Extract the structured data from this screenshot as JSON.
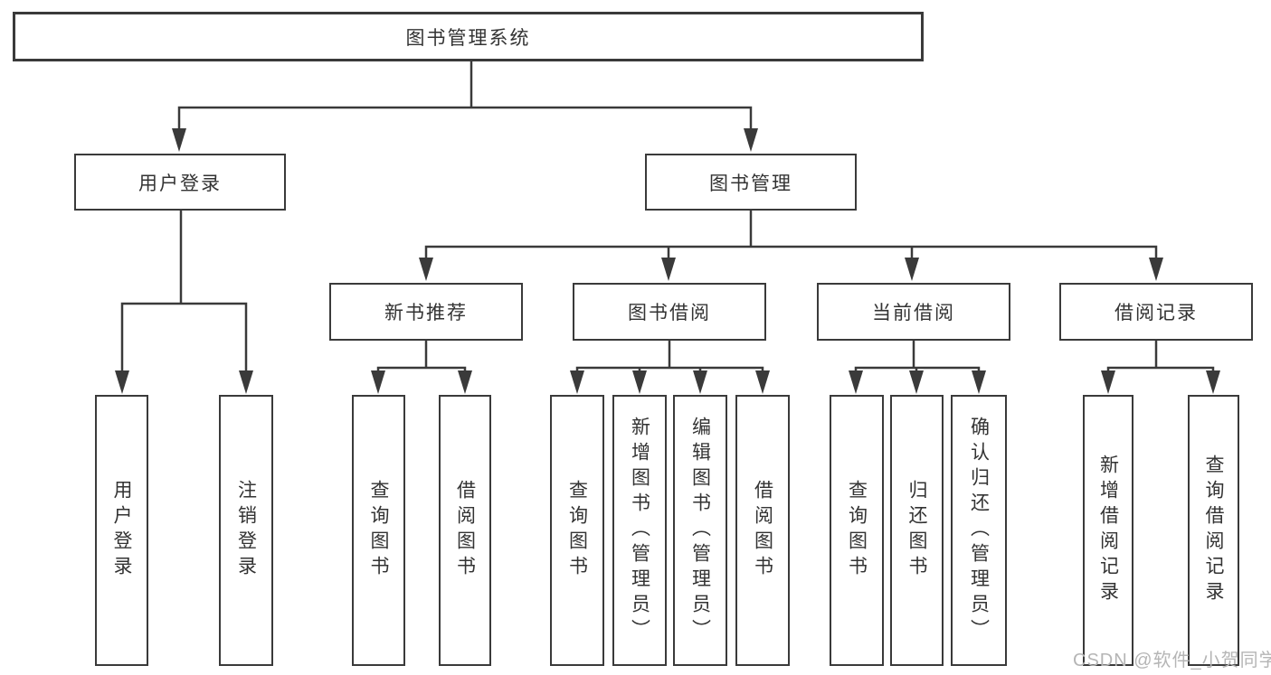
{
  "tree": {
    "root": {
      "label": "图书管理系统"
    },
    "children": [
      {
        "label": "用户登录",
        "children": [
          {
            "label": "用户登录"
          },
          {
            "label": "注销登录"
          }
        ]
      },
      {
        "label": "图书管理",
        "children": [
          {
            "label": "新书推荐",
            "children": [
              {
                "label": "查询图书"
              },
              {
                "label": "借阅图书"
              }
            ]
          },
          {
            "label": "图书借阅",
            "children": [
              {
                "label": "查询图书"
              },
              {
                "label": "新增图书（管理员）"
              },
              {
                "label": "编辑图书（管理员）"
              },
              {
                "label": "借阅图书"
              }
            ]
          },
          {
            "label": "当前借阅",
            "children": [
              {
                "label": "查询图书"
              },
              {
                "label": "归还图书"
              },
              {
                "label": "确认归还（管理员）"
              }
            ]
          },
          {
            "label": "借阅记录",
            "children": [
              {
                "label": "新增借阅记录"
              },
              {
                "label": "查询借阅记录"
              }
            ]
          }
        ]
      }
    ]
  },
  "watermark": "CSDN @软件_小贺同学",
  "colors": {
    "line": "#3a3a3a",
    "text": "#333333",
    "watermark": "#b5b5b5",
    "background": "#ffffff"
  }
}
